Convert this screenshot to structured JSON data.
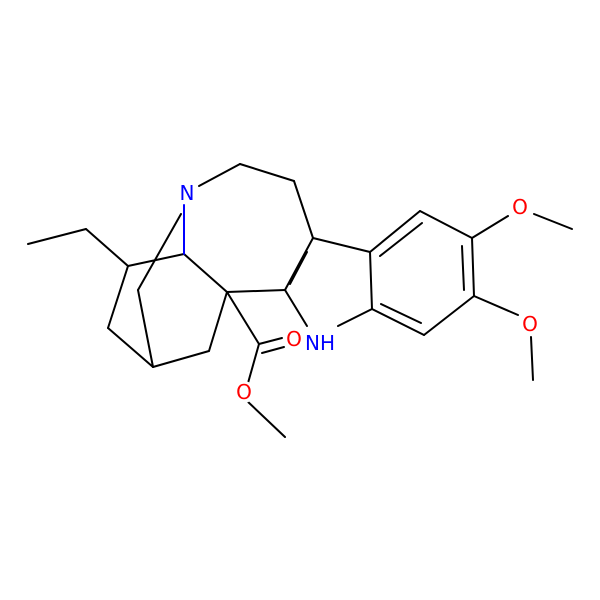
{
  "colors": {
    "carbon": "#000000",
    "nitrogen": "#0000FF",
    "oxygen": "#FF0000",
    "background": "#FFFFFF"
  },
  "atoms": [
    {
      "id": "N1",
      "label": "N"
    },
    {
      "id": "NH",
      "label": "NH"
    },
    {
      "id": "O1",
      "label": "O"
    },
    {
      "id": "O2",
      "label": "O"
    },
    {
      "id": "O3",
      "label": "O"
    },
    {
      "id": "O4",
      "label": "O"
    }
  ]
}
